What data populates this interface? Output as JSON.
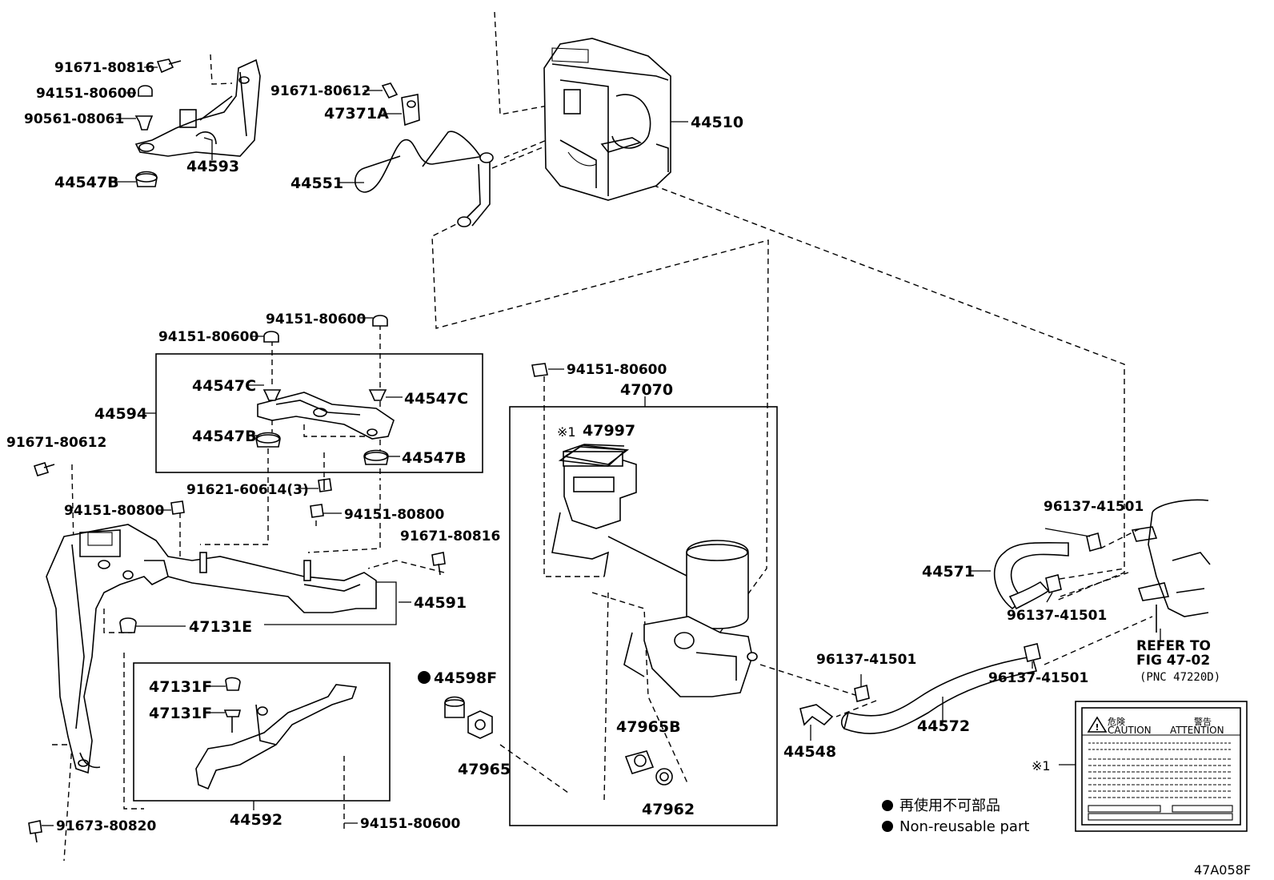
{
  "labels": {
    "p44510": "44510",
    "p91671_80816_top": "91671-80816",
    "p94151_80600_top": "94151-80600",
    "p90561_08061": "90561-08061",
    "p44593": "44593",
    "p44547B_top": "44547B",
    "p91671_80612_top": "91671-80612",
    "p47371A": "47371A",
    "p44551": "44551",
    "p94151_80600_a": "94151-80600",
    "p94151_80600_b": "94151-80600",
    "p44547C_left": "44547C",
    "p44547C_right": "44547C",
    "p44594": "44594",
    "p44547B_left": "44547B",
    "p44547B_right": "44547B",
    "p91671_80612_left": "91671-80612",
    "p91621_60614": "91621-60614(3)",
    "p94151_80800_left": "94151-80800",
    "p94151_80800_right": "94151-80800",
    "p91671_80816_mid": "91671-80816",
    "p44591": "44591",
    "p47131E": "47131E",
    "p47131F_a": "47131F",
    "p47131F_b": "47131F",
    "p44592": "44592",
    "p91673_80820": "91673-80820",
    "p94151_80600_bottom": "94151-80600",
    "p94151_80600_47070": "94151-80600",
    "p47070": "47070",
    "p47997_mark": "※1",
    "p47997": "47997",
    "p44598F": "44598F",
    "p47965": "47965",
    "p47965B": "47965B",
    "p47962": "47962",
    "p96137_top": "96137-41501",
    "p44571": "44571",
    "p96137_mid": "96137-41501",
    "p96137_left": "96137-41501",
    "p96137_right": "96137-41501",
    "p44572": "44572",
    "p44548": "44548",
    "refer_line1": "REFER TO",
    "refer_line2": "FIG 47-02",
    "refer_line3": "(PNC 47220D)",
    "caution_mark": "※1",
    "caution_jp_1": "危険",
    "caution_jp_2": "警告",
    "caution_en_1": "CAUTION",
    "caution_en_2": "ATTENTION",
    "figure_code": "47A058F"
  },
  "legend": {
    "jp": "再使用不可部品",
    "en": "Non-reusable part"
  }
}
